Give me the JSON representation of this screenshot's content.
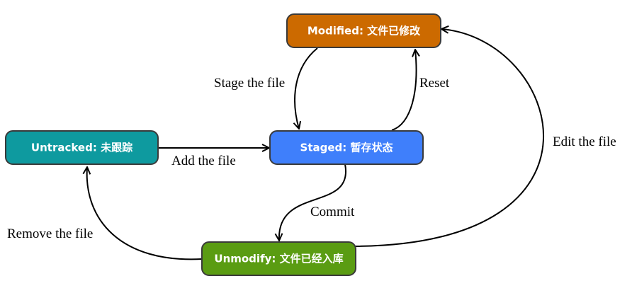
{
  "nodes": {
    "modified": {
      "label": "Modified: 文件已修改",
      "color": "#cc6a00"
    },
    "untracked": {
      "label": "Untracked: 未跟踪",
      "color": "#0e9a9f"
    },
    "staged": {
      "label": "Staged: 暂存状态",
      "color": "#3f7ffb"
    },
    "unmodify": {
      "label": "Unmodify: 文件已经入库",
      "color": "#5a9c12"
    }
  },
  "edges": {
    "stage_the_file": "Stage the file",
    "reset": "Reset",
    "add_the_file": "Add the file",
    "commit": "Commit",
    "edit_the_file": "Edit the file",
    "remove_the_file": "Remove the file"
  }
}
